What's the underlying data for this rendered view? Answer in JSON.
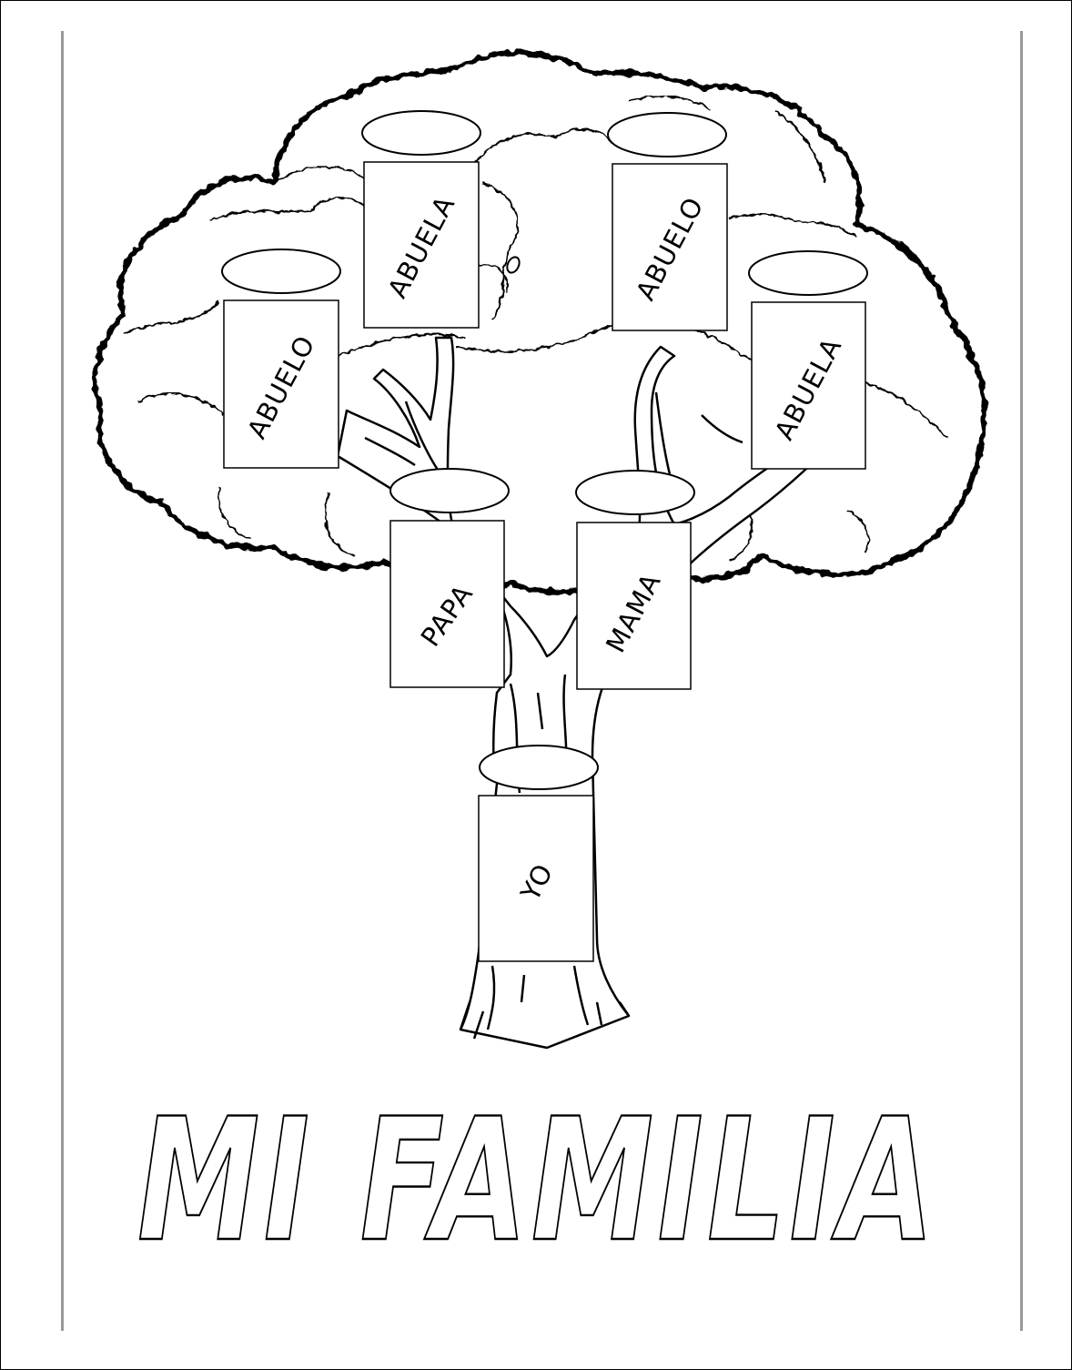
{
  "worksheet": {
    "title": "MI FAMILIA",
    "cards": {
      "abuela_left": "ABUELA",
      "abuelo_right": "ABUELO",
      "abuelo_left": "ABUELO",
      "abuela_right": "ABUELA",
      "papa": "PAPA",
      "mama": "MAMA",
      "yo": "YO"
    }
  },
  "colors": {
    "ink": "#000000",
    "paper": "#ffffff",
    "margin_line": "#9a9a9a"
  }
}
